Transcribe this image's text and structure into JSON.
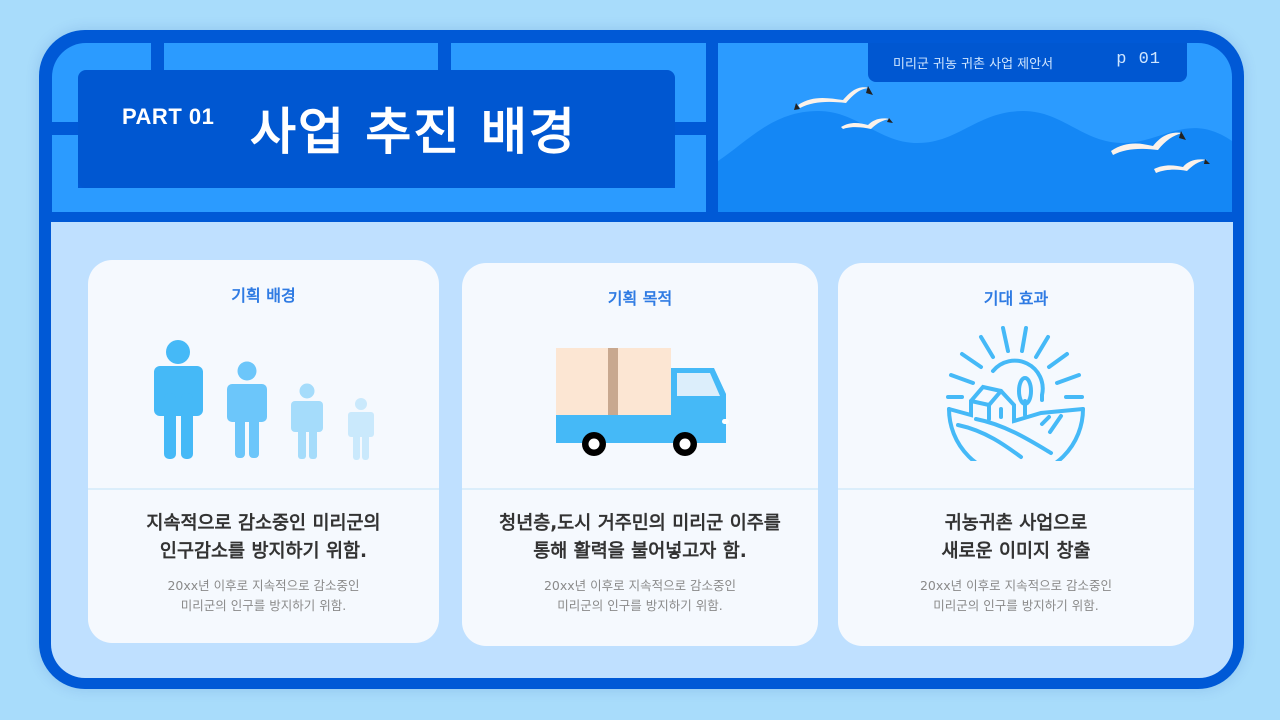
{
  "header": {
    "part_label": "PART 01",
    "title": "사업 추진 배경",
    "document_title": "미리군 귀농 귀촌 사업 제안서",
    "page_label": "p  01"
  },
  "colors": {
    "frame": "#0059d6",
    "panel": "#2b9bff",
    "title_box": "#0057d1",
    "lower_bg": "#bfe0ff",
    "card_bg": "#f5f9fe",
    "card_heading": "#2f7be3",
    "icon_blue": "#45b9f7"
  },
  "cards": [
    {
      "heading": "기획 배경",
      "icon": "people-decreasing-icon",
      "main_line1": "지속적으로 감소중인 미리군의",
      "main_line2": "인구감소를 방지하기 위함.",
      "sub_line1": "20xx년 이후로 지속적으로 감소중인",
      "sub_line2": "미리군의 인구를 방지하기 위함."
    },
    {
      "heading": "기획 목적",
      "icon": "moving-truck-icon",
      "main_line1": "청년층,도시 거주민의 미리군 이주를",
      "main_line2": "통해 활력을 불어넣고자 함.",
      "sub_line1": "20xx년 이후로 지속적으로 감소중인",
      "sub_line2": "미리군의 인구를 방지하기 위함."
    },
    {
      "heading": "기대 효과",
      "icon": "farm-sunrise-icon",
      "main_line1": "귀농귀촌 사업으로",
      "main_line2": "새로운 이미지 창출",
      "sub_line1": "20xx년 이후로 지속적으로 감소중인",
      "sub_line2": "미리군의 인구를 방지하기 위함."
    }
  ]
}
